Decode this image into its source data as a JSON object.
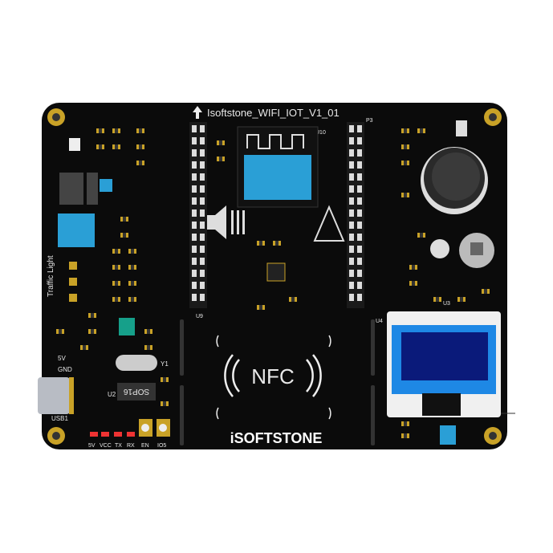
{
  "board": {
    "title": "Isoftstone_WIFI_IOT_V1_01",
    "nfc_label": "NFC",
    "logo_text": "iSOFTSTONE",
    "traffic_light_label": "Traffic Light",
    "usb_label": "USB1",
    "chip_label": "SOP16",
    "chip_ref": "U2",
    "crystal_ref": "Y1",
    "led_labels": [
      "5V",
      "VCC",
      "TX",
      "RX"
    ],
    "button_labels": [
      "EN",
      "IO5"
    ],
    "left_pins_labels": [
      "5V",
      "GND"
    ],
    "header_refs": [
      "U9",
      "U4",
      "U10",
      "U3",
      "P3"
    ],
    "colors": {
      "board": "#0b0b0b",
      "pads": "#c9a227",
      "module": "#2a9fd6",
      "oled_frame": "#f0f0f0",
      "oled_screen": "#0a1a7a"
    }
  }
}
